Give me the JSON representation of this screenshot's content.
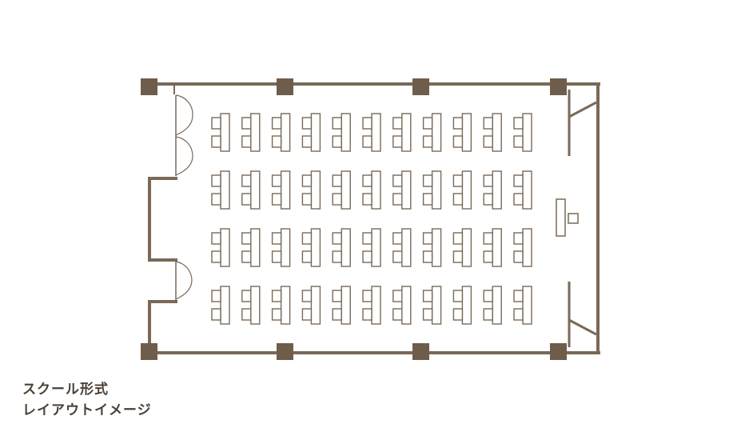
{
  "caption": {
    "line1": "スクール形式",
    "line2": "レイアウトイメージ"
  },
  "layout": {
    "style": "school",
    "rows": 4,
    "desks_per_row": 11,
    "seats_per_desk": 2
  },
  "colors": {
    "wall": "#7a6957",
    "pillar": "#6f5d4b",
    "desk": "#7a6957",
    "text": "#4a4036",
    "background": "#ffffff"
  }
}
